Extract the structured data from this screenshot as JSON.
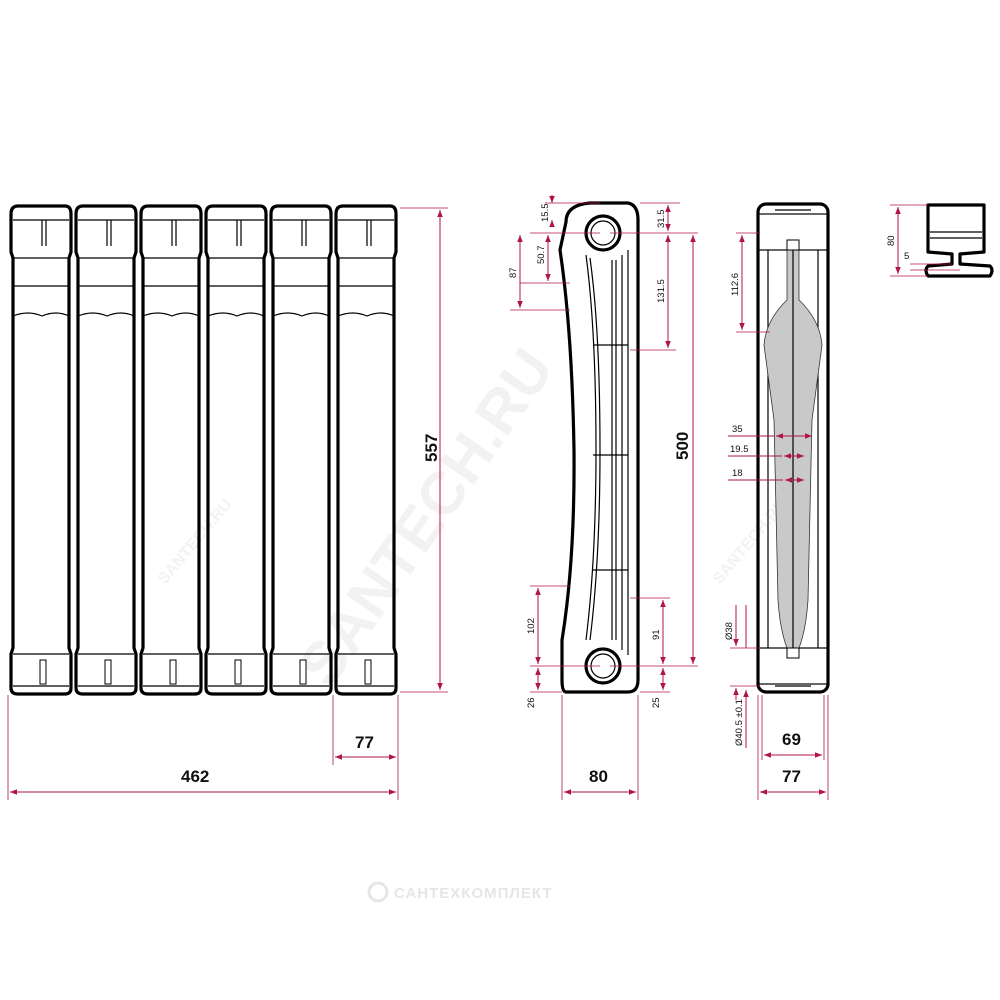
{
  "watermark": {
    "main": "SANTECH.RU",
    "small": "SANTECH.RU",
    "brand": "САНТЕХКОМПЛЕКТ"
  },
  "front_view": {
    "sections": 6,
    "dims": {
      "total_height": "557",
      "section_width": "77",
      "total_width": "462"
    }
  },
  "side_view": {
    "dims": {
      "top_cap": "15.5",
      "top_center": "31.5",
      "upper_1": "50.7",
      "upper_2": "87",
      "upper_3": "131.5",
      "axis_distance": "500",
      "lower_1": "102",
      "lower_2": "91",
      "bottom_1": "26",
      "bottom_2": "25",
      "depth": "80"
    }
  },
  "section_view": {
    "dims": {
      "upper": "112.6",
      "rib_1": "35",
      "rib_2": "19.5",
      "rib_3": "18",
      "port_d": "Ø38",
      "port_d2": "Ø40.5 ±0.1",
      "inner_width": "69",
      "outer_width": "77"
    }
  },
  "top_view": {
    "dims": {
      "height": "80",
      "gap": "5"
    }
  }
}
